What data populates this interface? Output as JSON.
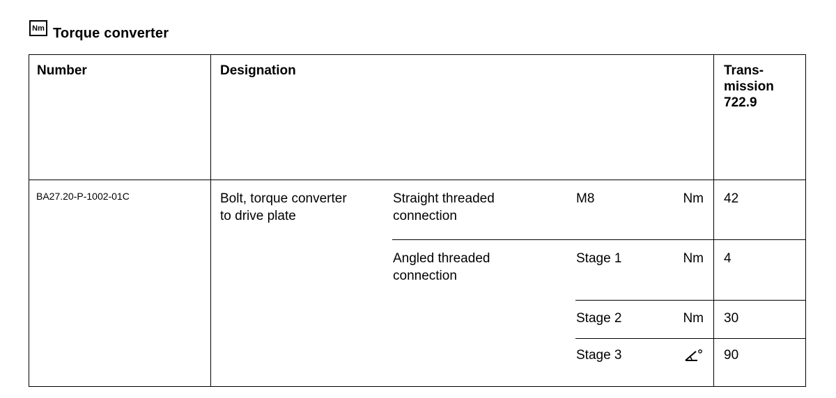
{
  "section": {
    "icon": "nm-torque-icon",
    "icon_text": "Nm",
    "title": "Torque converter"
  },
  "table": {
    "headers": {
      "number": "Number",
      "designation": "Designation",
      "transmission_line1": "Trans-",
      "transmission_line2": "mission",
      "transmission_line3": "722.9"
    },
    "row": {
      "number": "BA27.20-P-1002-01C",
      "designation_line1": "Bolt, torque converter",
      "designation_line2": "to drive plate",
      "entries": [
        {
          "connection_line1": "Straight threaded",
          "connection_line2": "connection",
          "size": "M8",
          "unit": "Nm",
          "value": "42"
        },
        {
          "connection_line1": "Angled threaded",
          "connection_line2": "connection",
          "size": "Stage 1",
          "unit": "Nm",
          "value": "4"
        },
        {
          "size": "Stage 2",
          "unit": "Nm",
          "value": "30"
        },
        {
          "size": "Stage 3",
          "unit_icon": "angle-degree-icon",
          "value": "90"
        }
      ]
    }
  }
}
